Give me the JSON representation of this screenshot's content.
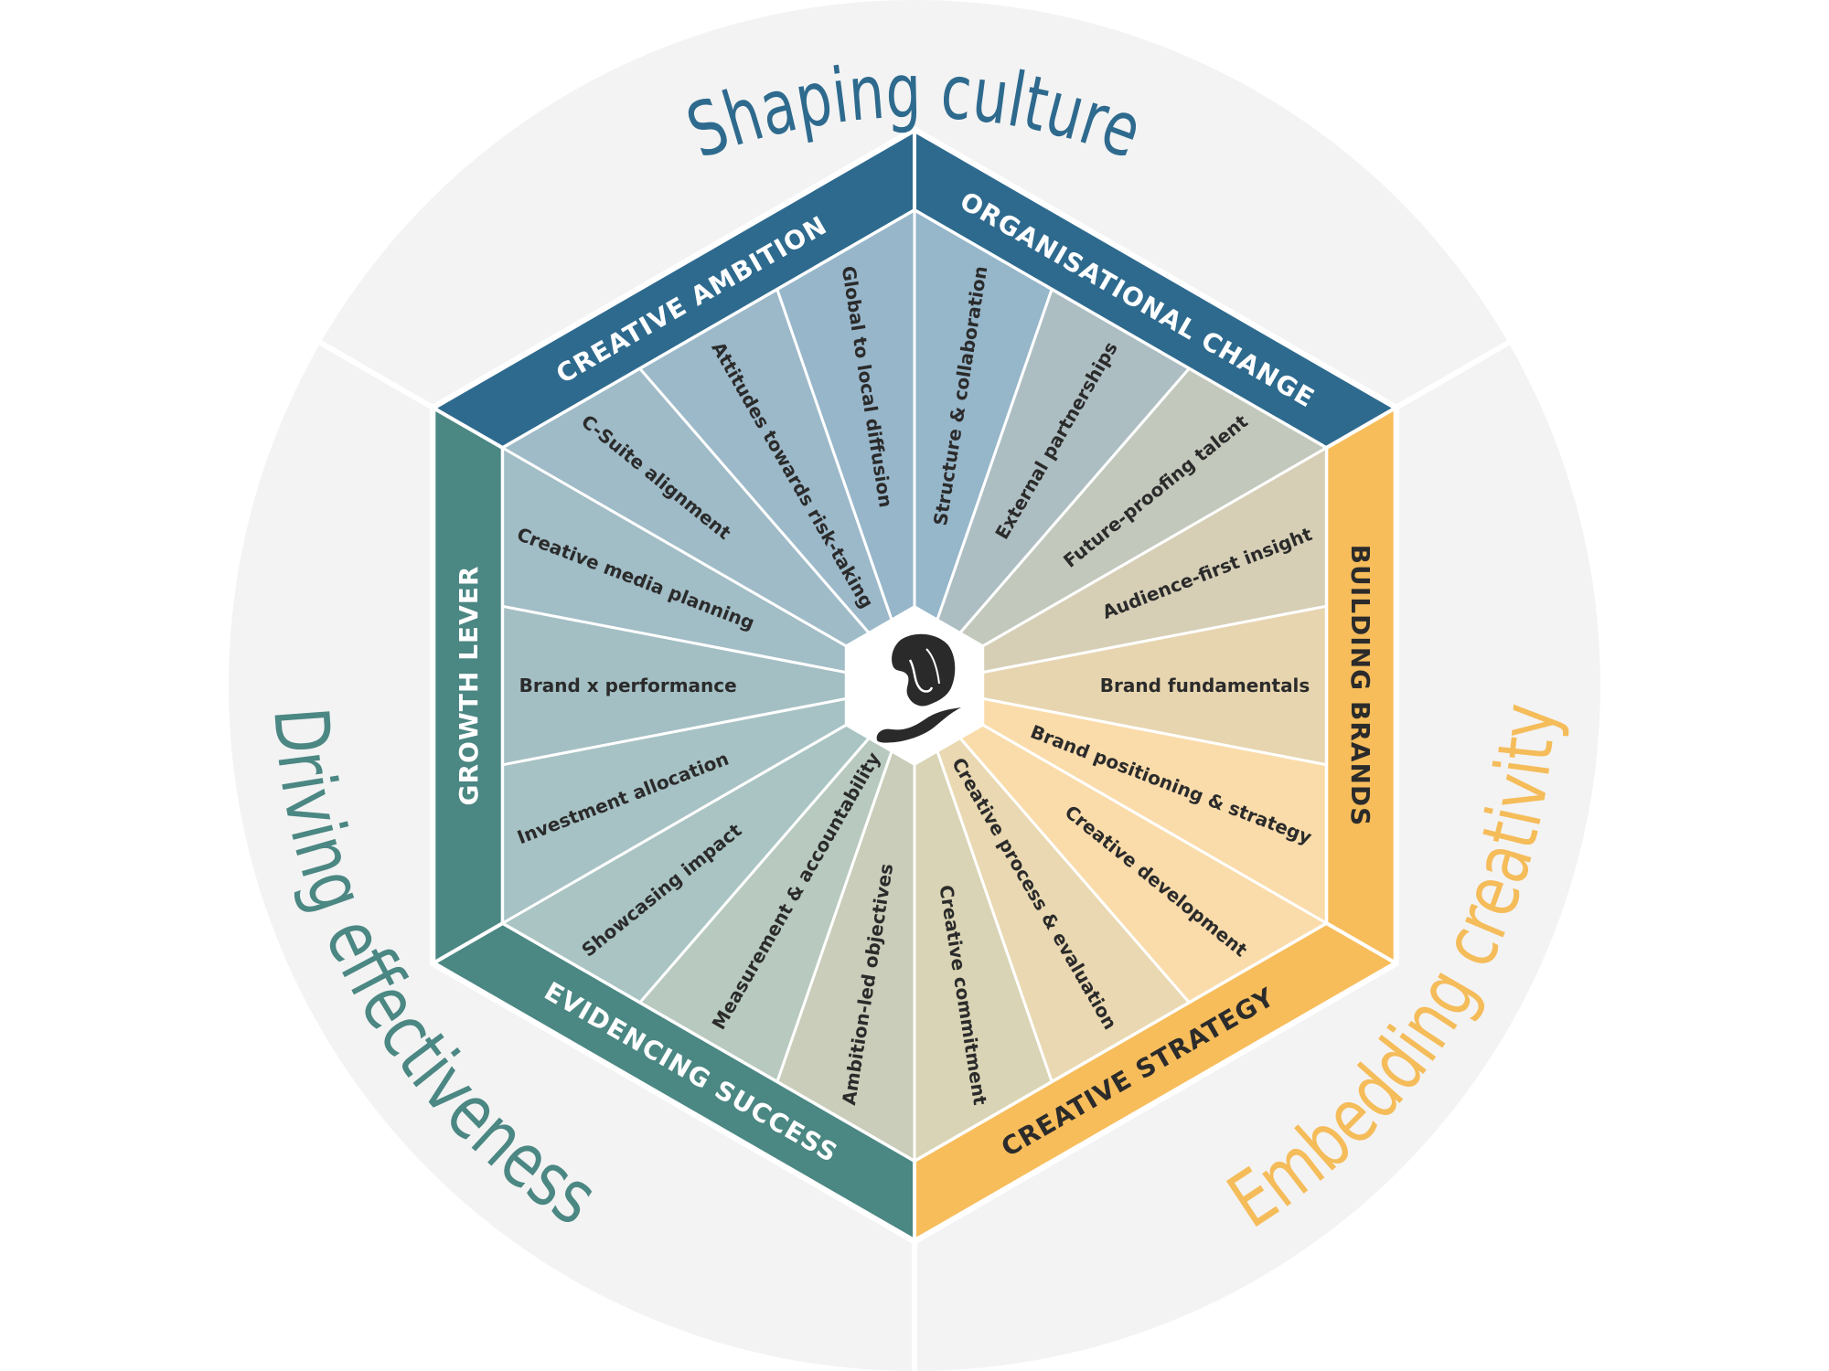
{
  "title_outer": [
    {
      "label": "Shaping culture",
      "color": "#2e6a8e"
    },
    {
      "label": "Embedding creativity",
      "color": "#f5bc5a"
    },
    {
      "label": "Driving effectiveness",
      "color": "#4b8783"
    }
  ],
  "center_logo": "lion-logo",
  "sections": [
    {
      "band": "ORGANISATIONAL CHANGE",
      "band_color": "#2e6a8e",
      "text_color": "#ffffff",
      "wedges": [
        {
          "label": "Structure & collaboration",
          "color": "#96b6ca"
        },
        {
          "label": "External partnerships",
          "color": "#adbec3"
        },
        {
          "label": "Future-proofing talent",
          "color": "#c3c8bc"
        }
      ]
    },
    {
      "band": "BUILDING BRANDS",
      "band_color": "#f7bd5b",
      "text_color": "#2b2b2b",
      "wedges": [
        {
          "label": "Audience-first insight",
          "color": "#d6cfb6"
        },
        {
          "label": "Brand fundamentals",
          "color": "#e7d5b0"
        },
        {
          "label": "Brand positioning & strategy",
          "color": "#fadcab"
        }
      ]
    },
    {
      "band": "CREATIVE STRATEGY",
      "band_color": "#f7bd5b",
      "text_color": "#2b2b2b",
      "wedges": [
        {
          "label": "Creative development",
          "color": "#fadcab"
        },
        {
          "label": "Creative process & evaluation",
          "color": "#e9d8b1"
        },
        {
          "label": "Creative commitment",
          "color": "#d9d4b5"
        }
      ]
    },
    {
      "band": "EVIDENCING SUCCESS",
      "band_color": "#4b8783",
      "text_color": "#ffffff",
      "wedges": [
        {
          "label": "Ambition-led objectives",
          "color": "#cacdb9"
        },
        {
          "label": "Measurement & accountability",
          "color": "#b8c9bf"
        },
        {
          "label": "Showcasing impact",
          "color": "#a9c4c3"
        }
      ]
    },
    {
      "band": "GROWTH LEVER",
      "band_color": "#4b8783",
      "text_color": "#ffffff",
      "wedges": [
        {
          "label": "Investment allocation",
          "color": "#a7c2c4"
        },
        {
          "label": "Brand x performance",
          "color": "#a3bfc4"
        },
        {
          "label": "Creative media planning",
          "color": "#a1bdc6"
        }
      ]
    },
    {
      "band": "CREATIVE AMBITION",
      "band_color": "#2e6a8e",
      "text_color": "#ffffff",
      "wedges": [
        {
          "label": "C-Suite alignment",
          "color": "#9fbbc8"
        },
        {
          "label": "Attitudes towards risk-taking",
          "color": "#9cb9c9"
        },
        {
          "label": "Global to local diffusion",
          "color": "#97b6ca"
        }
      ]
    }
  ]
}
